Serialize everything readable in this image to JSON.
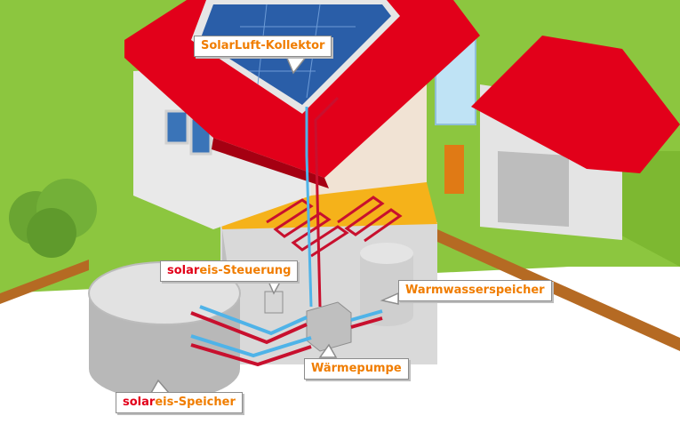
{
  "labels": {
    "collector": "SolarLuft-Kollektor",
    "control_brand_a": "solar",
    "control_brand_b": "eis",
    "control_text": "-Steuerung",
    "hotwater": "Warmwasserspeicher",
    "heatpump": "Wärmepumpe",
    "storage_brand_a": "solar",
    "storage_brand_b": "eis",
    "storage_text": "-Speicher"
  },
  "colors": {
    "grass": "#8cc63f",
    "roof": "#e2001a",
    "wall": "#e9e9e9",
    "pipe_cold": "#4fb3e8",
    "pipe_hot": "#c8102e",
    "accent": "#f07d00"
  }
}
